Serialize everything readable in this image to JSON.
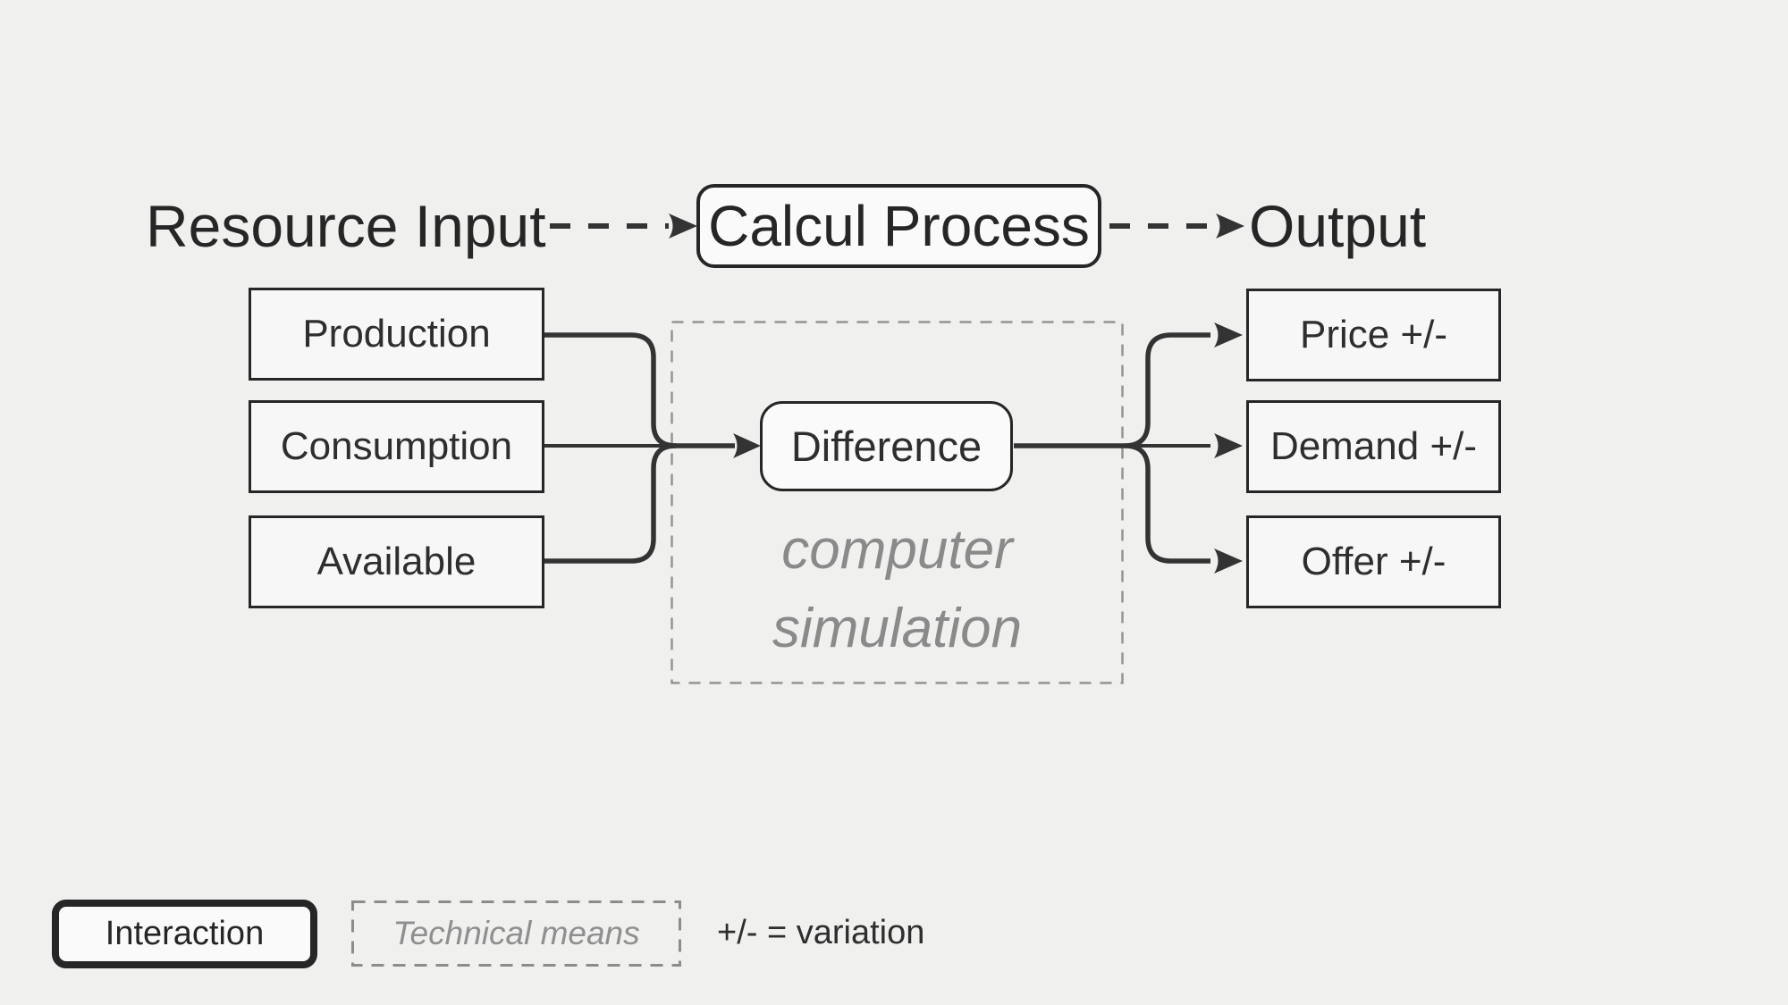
{
  "title_row": {
    "input": "Resource Input",
    "process": "Calcul Process",
    "output": "Output"
  },
  "input_nodes": [
    {
      "label": "Production"
    },
    {
      "label": "Consumption"
    },
    {
      "label": "Available"
    }
  ],
  "process_node": {
    "label": "Difference"
  },
  "simulation_note": "computer simulation",
  "output_nodes": [
    {
      "label": "Price +/-"
    },
    {
      "label": "Demand +/-"
    },
    {
      "label": "Offer +/-"
    }
  ],
  "legend": {
    "interaction": "Interaction",
    "technical": "Technical means",
    "variation": "+/- = variation"
  },
  "colors": {
    "background": "#f0f0ef",
    "box_fill": "#f7f7f7",
    "rounded_fill": "#fafafa",
    "border": "#262626",
    "connector": "#333333",
    "dashed_boundary": "#949494",
    "muted_text": "#8a8a8a",
    "text": "#2e2e2e"
  }
}
